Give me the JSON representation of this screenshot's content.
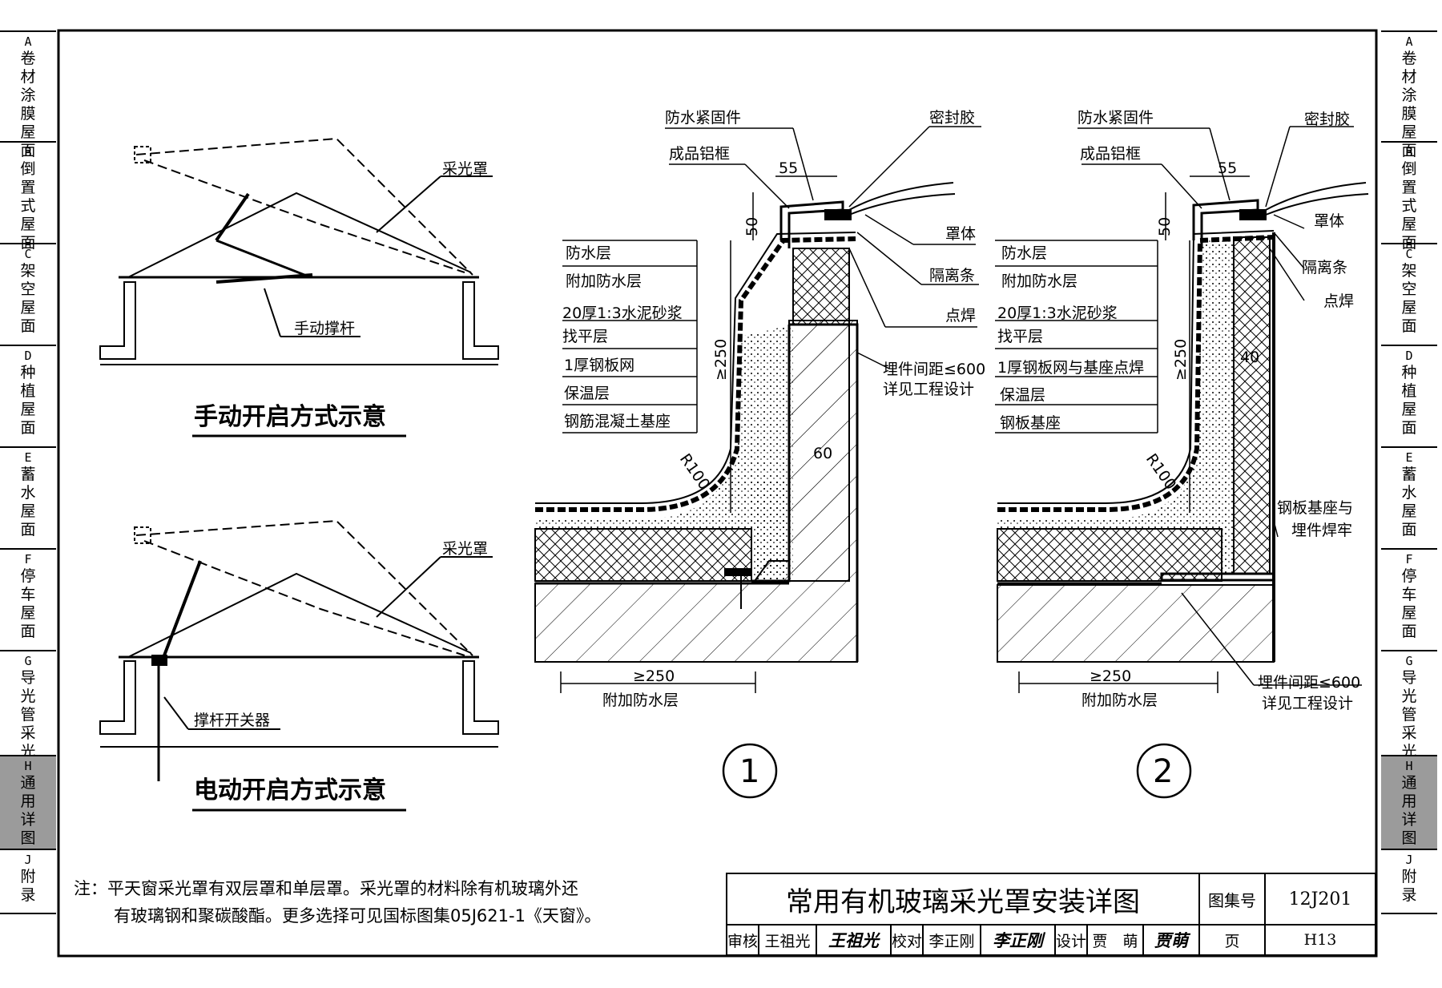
{
  "side_tabs": [
    {
      "code": "A",
      "chars": [
        "卷",
        "材",
        "涂",
        "膜",
        "屋",
        "面"
      ],
      "active": false
    },
    {
      "code": "B",
      "chars": [
        "倒",
        "置",
        "式",
        "屋",
        "面"
      ],
      "active": false
    },
    {
      "code": "C",
      "chars": [
        "架",
        "空",
        "屋",
        "面"
      ],
      "active": false
    },
    {
      "code": "D",
      "chars": [
        "种",
        "植",
        "屋",
        "面"
      ],
      "active": false
    },
    {
      "code": "E",
      "chars": [
        "蓄",
        "水",
        "屋",
        "面"
      ],
      "active": false
    },
    {
      "code": "F",
      "chars": [
        "停",
        "车",
        "屋",
        "面"
      ],
      "active": false
    },
    {
      "code": "G",
      "chars": [
        "导",
        "光",
        "管",
        "采",
        "光"
      ],
      "active": false
    },
    {
      "code": "H",
      "chars": [
        "通",
        "用",
        "详",
        "图"
      ],
      "active": true
    },
    {
      "code": "J",
      "chars": [
        "附",
        "录"
      ],
      "active": false
    }
  ],
  "manual": {
    "cover_label": "采光罩",
    "strut_label": "手动撑杆",
    "caption": "手动开启方式示意"
  },
  "electric": {
    "cover_label": "采光罩",
    "switch_label": "撑杆开关器",
    "caption": "电动开启方式示意"
  },
  "detail1": {
    "number": "1",
    "callouts": {
      "fastener": "防水紧固件",
      "sealant": "密封胶",
      "frame": "成品铝框",
      "body": "罩体",
      "separator": "隔离条",
      "spot_weld": "点焊",
      "embed": "埋件间距≤600",
      "embed2": "详见工程设计"
    },
    "layers": [
      "防水层",
      "附加防水层",
      "20厚1:3水泥砂浆",
      "找平层",
      "1厚钢板网",
      "保温层",
      "钢筋混凝土基座"
    ],
    "dims": {
      "top": "55",
      "height": "50",
      "upstand": "≥250",
      "radius": "R100",
      "wall": "60",
      "base": "≥250"
    },
    "bottom_label": "附加防水层"
  },
  "detail2": {
    "number": "2",
    "callouts": {
      "fastener": "防水紧固件",
      "sealant": "密封胶",
      "frame": "成品铝框",
      "body": "罩体",
      "separator": "隔离条",
      "spot_weld": "点焊",
      "base_weld": "钢板基座与",
      "base_weld2": "埋件焊牢",
      "embed": "埋件间距≤600",
      "embed2": "详见工程设计"
    },
    "layers": [
      "防水层",
      "附加防水层",
      "20厚1:3水泥砂浆",
      "找平层",
      "1厚钢板网与基座点焊",
      "保温层",
      "钢板基座"
    ],
    "dims": {
      "top": "55",
      "height": "50",
      "upstand": "≥250",
      "radius": "R100",
      "inner": "40",
      "base": "≥250"
    },
    "bottom_label": "附加防水层"
  },
  "note": {
    "line1": "注：平天窗采光罩有双层罩和单层罩。采光罩的材料除有机玻璃外还",
    "line2": "有玻璃钢和聚碳酸酯。更多选择可见国标图集05J621-1《天窗》。"
  },
  "title_block": {
    "title": "常用有机玻璃采光罩安装详图",
    "atlas_label": "图集号",
    "atlas_value": "12J201",
    "review_label": "审核",
    "reviewer": "王祖光",
    "reviewer_sig": "王祖光",
    "check_label": "校对",
    "checker": "李正刚",
    "checker_sig": "李正刚",
    "design_label": "设计",
    "designer": "贾　萌",
    "designer_sig": "贾萌",
    "page_label": "页",
    "page_value": "H13"
  }
}
